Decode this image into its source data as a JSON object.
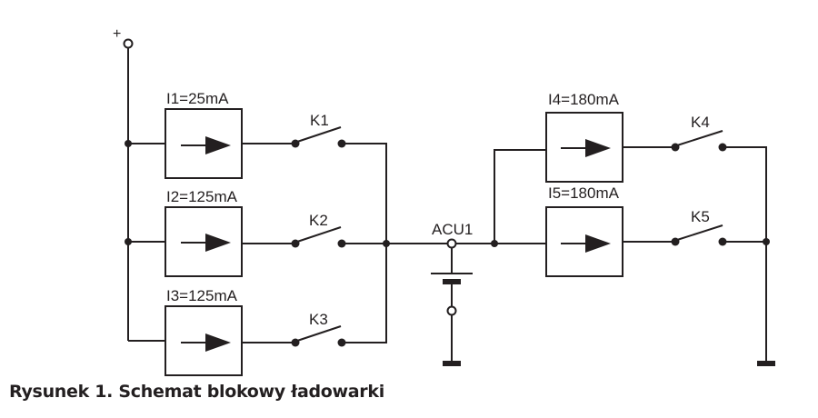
{
  "diagram": {
    "type": "block-schematic",
    "supply_terminal": "+",
    "sources": [
      {
        "id": "I1",
        "label": "I1=25mA",
        "current_mA": 25,
        "switch": "K1"
      },
      {
        "id": "I2",
        "label": "I2=125mA",
        "current_mA": 125,
        "switch": "K2"
      },
      {
        "id": "I3",
        "label": "I3=125mA",
        "current_mA": 125,
        "switch": "K3"
      },
      {
        "id": "I4",
        "label": "I4=180mA",
        "current_mA": 180,
        "switch": "K4"
      },
      {
        "id": "I5",
        "label": "I5=180mA",
        "current_mA": 180,
        "switch": "K5"
      }
    ],
    "switches": [
      "K1",
      "K2",
      "K3",
      "K4",
      "K5"
    ],
    "battery_label": "ACU1",
    "colors": {
      "ink": "#231f20",
      "background": "#ffffff"
    }
  },
  "caption": "Rysunek 1. Schemat blokowy ładowarki"
}
